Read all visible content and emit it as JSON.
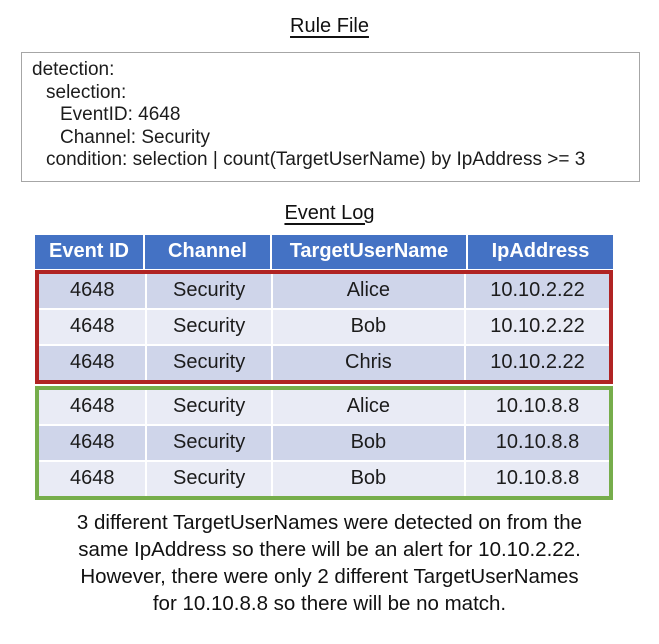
{
  "rule_file": {
    "title": "Rule File",
    "lines": [
      {
        "indent": 0,
        "text": "detection:"
      },
      {
        "indent": 1,
        "text": "selection:"
      },
      {
        "indent": 2,
        "text": "EventID: 4648"
      },
      {
        "indent": 2,
        "text": "Channel: Security"
      },
      {
        "indent": 1,
        "text": "condition: selection | count(TargetUserName) by IpAddress >= 3"
      }
    ]
  },
  "event_log": {
    "title": "Event Log",
    "headers": [
      "Event ID",
      "Channel",
      "TargetUserName",
      "IpAddress"
    ],
    "rows": [
      [
        "4648",
        "Security",
        "Alice",
        "10.10.2.22"
      ],
      [
        "4648",
        "Security",
        "Bob",
        "10.10.2.22"
      ],
      [
        "4648",
        "Security",
        "Chris",
        "10.10.2.22"
      ],
      [
        "4648",
        "Security",
        "Alice",
        "10.10.8.8"
      ],
      [
        "4648",
        "Security",
        "Bob",
        "10.10.8.8"
      ],
      [
        "4648",
        "Security",
        "Bob",
        "10.10.8.8"
      ]
    ],
    "groups": [
      {
        "label": "alert-group",
        "ip": "10.10.2.22",
        "row_indexes": [
          0,
          1,
          2
        ],
        "outline_color": "#b02323"
      },
      {
        "label": "no-match-group",
        "ip": "10.10.8.8",
        "row_indexes": [
          3,
          4,
          5
        ],
        "outline_color": "#76ad4b"
      }
    ]
  },
  "caption": {
    "text": "3 different TargetUserNames were detected on from the same IpAddress so there will be an alert for 10.10.2.22. However, there were only 2 different TargetUserNames for 10.10.8.8 so there will be no match."
  },
  "colors": {
    "header_bg": "#4472c4",
    "header_text": "#ffffff",
    "row_band_dark": "#cfd5ea",
    "row_band_light": "#e9ebf5",
    "red_outline": "#b02323",
    "green_outline": "#76ad4b",
    "rule_box_border": "#a6a6a6"
  }
}
